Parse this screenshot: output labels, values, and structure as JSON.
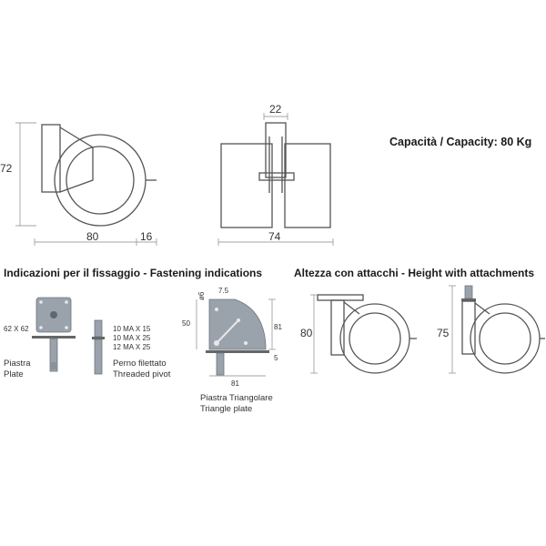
{
  "capacity": {
    "text": "Capacità / Capacity: 80 Kg"
  },
  "top_views": {
    "side": {
      "height": "72",
      "width": "80",
      "offset": "16"
    },
    "front": {
      "stem": "22",
      "width": "74"
    }
  },
  "fastening": {
    "title": "Indicazioni per il fissaggio - Fastening indications",
    "plate": {
      "size": "62 X 62",
      "label_it": "Piastra",
      "label_en": "Plate"
    },
    "pivot": {
      "threads": [
        "10 MA X 15",
        "10 MA X 25",
        "12 MA X 25"
      ],
      "label_it": "Perno filettato",
      "label_en": "Threaded pivot"
    },
    "triangle": {
      "hole": "ø6",
      "offset": "7.5",
      "side": "50",
      "height": "81",
      "thickness": "5",
      "width": "81",
      "label_it": "Piastra Triangolare",
      "label_en": "Triangle plate"
    }
  },
  "attachments": {
    "title": "Altezza con attacchi - Height with attachments",
    "plate_height": "80",
    "pivot_height": "75"
  },
  "colors": {
    "line": "#555555",
    "plate_fill": "#9aa3ac",
    "text": "#222222"
  }
}
